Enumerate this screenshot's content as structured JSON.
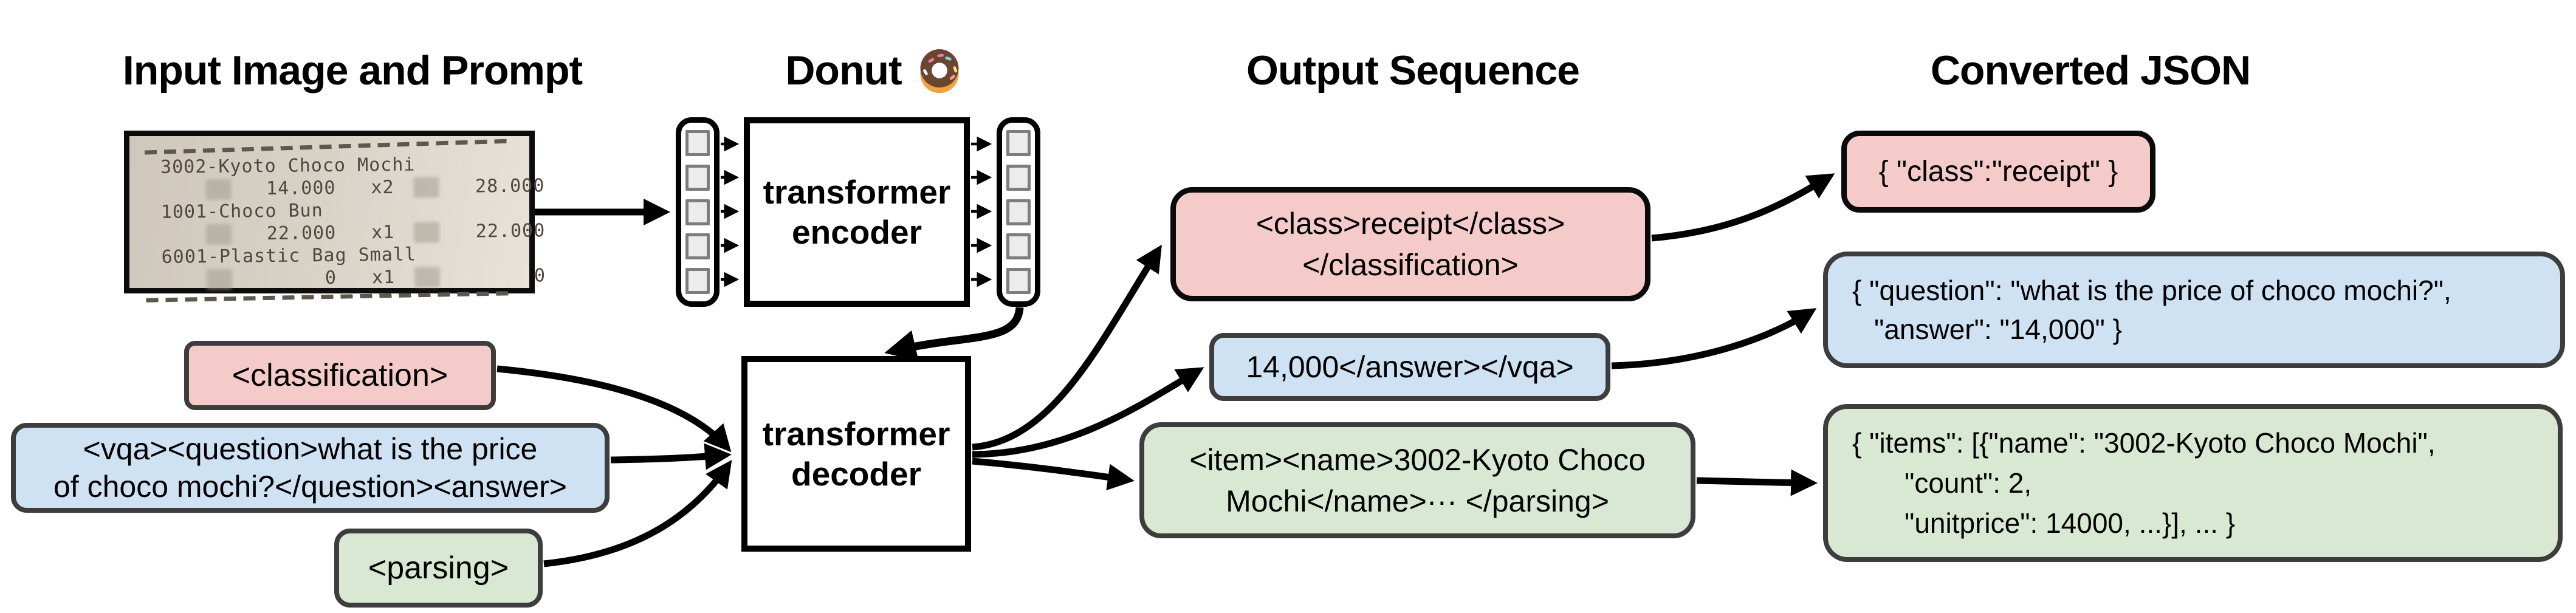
{
  "titles": {
    "input": "Input Image and Prompt",
    "model": "Donut",
    "output": "Output Sequence",
    "json": "Converted JSON"
  },
  "receipt": {
    "items": [
      {
        "name": "3002-Kyoto Choco Mochi",
        "unit": "14.000",
        "qty": "x2",
        "total": "28.000"
      },
      {
        "name": "1001-Choco Bun",
        "unit": "22.000",
        "qty": "x1",
        "total": "22.000"
      },
      {
        "name": "6001-Plastic Bag Small",
        "unit": "0",
        "qty": "x1",
        "total": "0"
      }
    ]
  },
  "model": {
    "encoder": {
      "line1": "transformer",
      "line2": "encoder"
    },
    "decoder": {
      "line1": "transformer",
      "line2": "decoder"
    }
  },
  "prompts": {
    "classification": {
      "text": "<classification>"
    },
    "vqa": {
      "line1": "<vqa><question>what is the price",
      "line2": "of choco mochi?</question><answer>"
    },
    "parsing": {
      "text": "<parsing>"
    }
  },
  "outputs": {
    "classification": {
      "line1": "<class>receipt</class>",
      "line2": "</classification>"
    },
    "vqa": {
      "line1": "14,000</answer></vqa>"
    },
    "parsing": {
      "line1": "<item><name>3002-Kyoto Choco",
      "line2": "Mochi</name>··· </parsing>"
    }
  },
  "json_results": {
    "classification": {
      "line1": "{ \"class\":\"receipt\" }"
    },
    "vqa": {
      "line1": "{ \"question\": \"what is the price of choco mochi?\",",
      "line2": "\"answer\": \"14,000\" }"
    },
    "parsing": {
      "line1": "{ \"items\": [{\"name\": \"3002-Kyoto Choco Mochi\",",
      "line2": "\"count\": 2,",
      "line3": "\"unitprice\": 14000, ...}], ... }"
    }
  },
  "colors": {
    "classification_fill": "#f4cbc9",
    "vqa_fill": "#cfe2f3",
    "parsing_fill": "#d9e8d2",
    "border_gray": "#3d3d3d",
    "border_black": "#000000",
    "token_fill": "#ececec"
  }
}
